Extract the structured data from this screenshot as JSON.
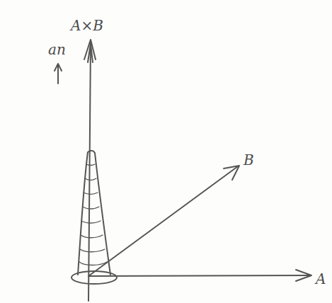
{
  "diagram": {
    "labels": [
      "A×B",
      "an",
      "B",
      "A"
    ]
  }
}
